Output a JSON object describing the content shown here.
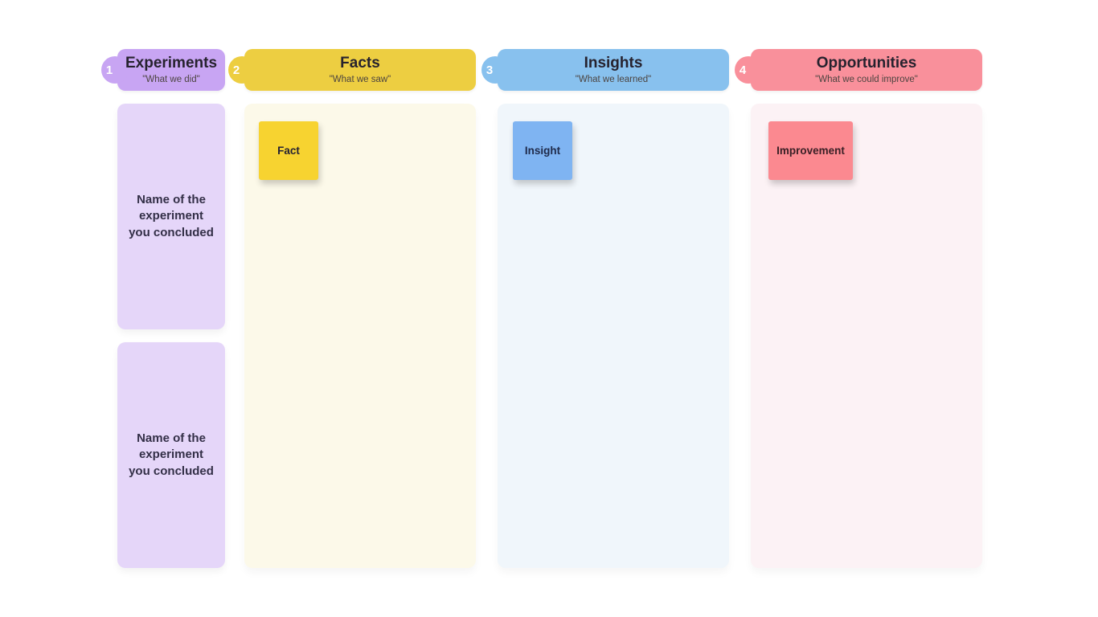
{
  "colors": {
    "background": "#ffffff",
    "purple_header": "#c8a5f3",
    "purple_card": "#e5d6f9",
    "yellow_header": "#edce41",
    "yellow_panel": "#fcf9e9",
    "yellow_sticky": "#f7d330",
    "blue_header": "#88c1ee",
    "blue_panel": "#f0f6fb",
    "blue_sticky": "#7fb4f2",
    "pink_header": "#f9909b",
    "pink_panel": "#fcf2f5",
    "pink_sticky": "#fb8990"
  },
  "columns": [
    {
      "number": "1",
      "title": "Experiments",
      "subtitle": "\"What we did\"",
      "cards": [
        {
          "text": "Name of the experiment you concluded"
        },
        {
          "text": "Name of the experiment you concluded"
        }
      ]
    },
    {
      "number": "2",
      "title": "Facts",
      "subtitle": "\"What we saw\"",
      "sticky": {
        "label": "Fact"
      }
    },
    {
      "number": "3",
      "title": "Insights",
      "subtitle": "\"What we learned\"",
      "sticky": {
        "label": "Insight"
      }
    },
    {
      "number": "4",
      "title": "Opportunities",
      "subtitle": "\"What we could improve\"",
      "sticky": {
        "label": "Improvement"
      }
    }
  ]
}
